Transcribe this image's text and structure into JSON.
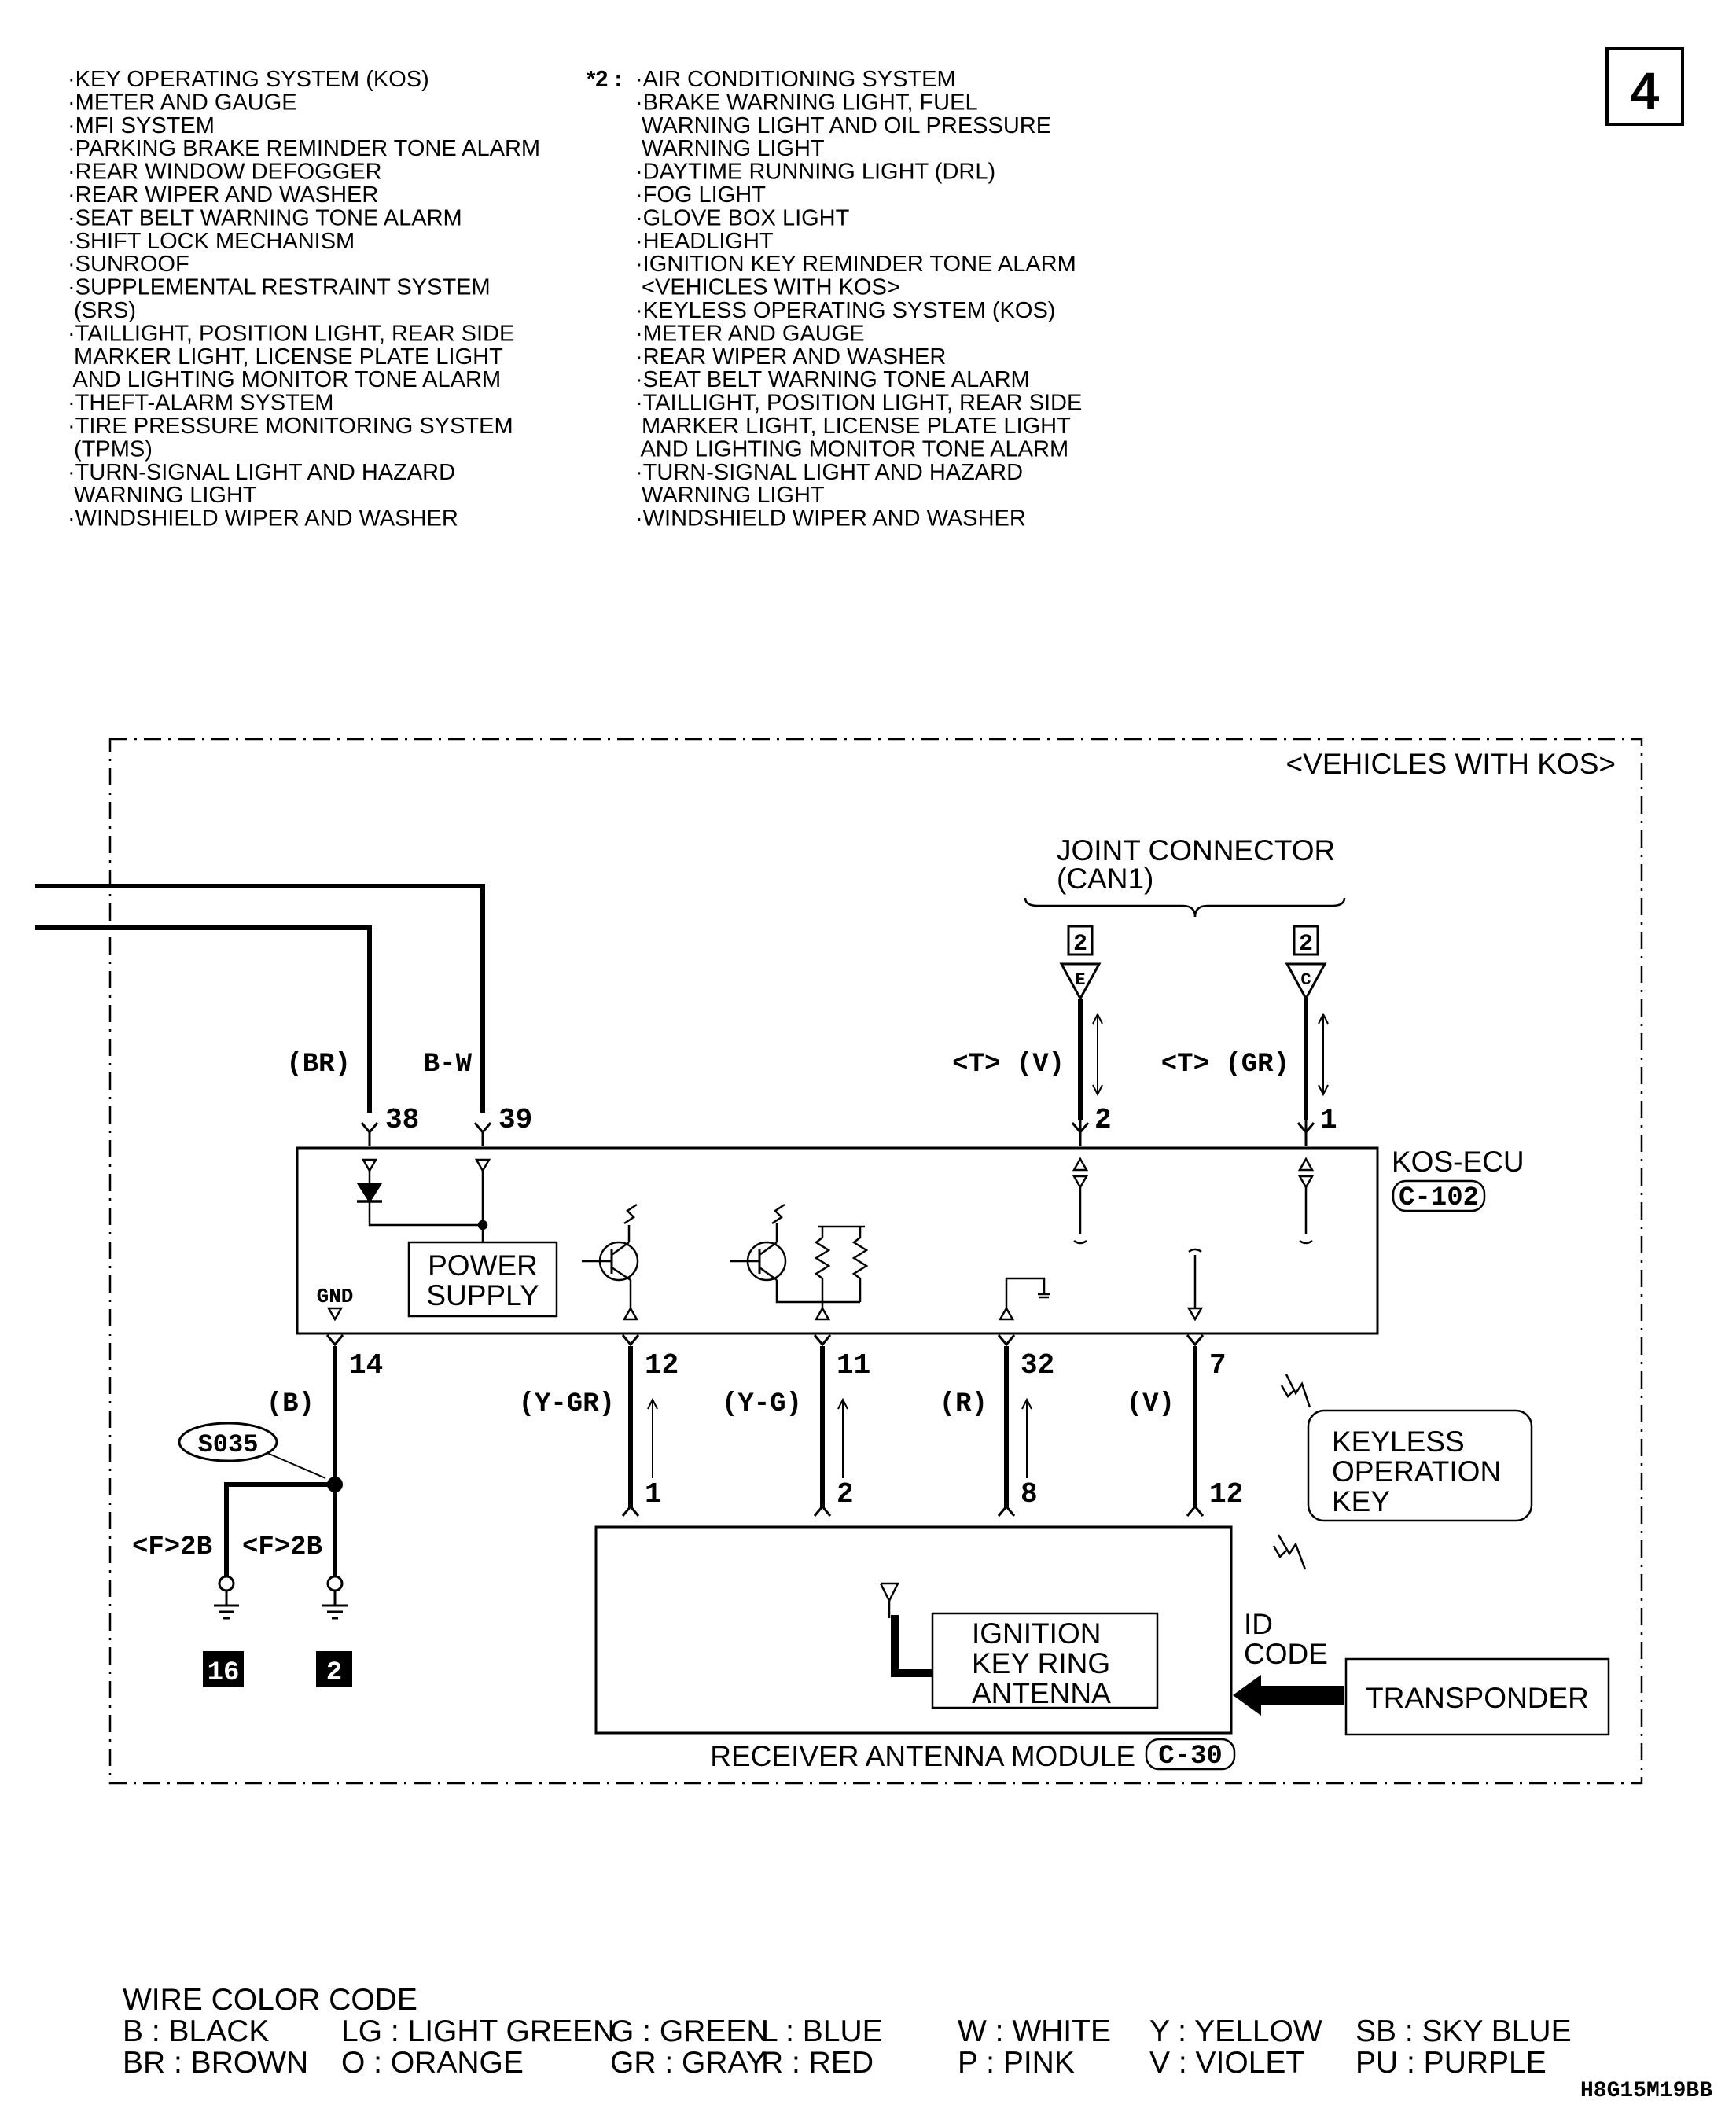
{
  "page_number": "4",
  "diagram_code": "H8G15M19BB",
  "left_list": [
    "·KEY OPERATING SYSTEM (KOS)",
    "·METER AND GAUGE",
    "·MFI SYSTEM",
    "·PARKING BRAKE REMINDER TONE ALARM",
    "·REAR WINDOW DEFOGGER",
    "·REAR WIPER AND WASHER",
    "·SEAT BELT WARNING TONE ALARM",
    "·SHIFT LOCK MECHANISM",
    "·SUNROOF",
    "·SUPPLEMENTAL RESTRAINT SYSTEM",
    " (SRS)",
    "·TAILLIGHT, POSITION LIGHT, REAR SIDE",
    " MARKER LIGHT, LICENSE PLATE LIGHT",
    " AND LIGHTING MONITOR TONE ALARM",
    "·THEFT-ALARM SYSTEM",
    "·TIRE PRESSURE MONITORING SYSTEM",
    " (TPMS)",
    "·TURN-SIGNAL LIGHT AND HAZARD",
    " WARNING LIGHT",
    "·WINDSHIELD WIPER AND WASHER"
  ],
  "right_list_marker": "*2 :",
  "right_list": [
    "·AIR CONDITIONING SYSTEM",
    "·BRAKE WARNING LIGHT, FUEL",
    " WARNING LIGHT AND OIL PRESSURE",
    " WARNING LIGHT",
    "·DAYTIME RUNNING LIGHT (DRL)",
    "·FOG LIGHT",
    "·GLOVE BOX LIGHT",
    "·HEADLIGHT",
    "·IGNITION KEY REMINDER TONE ALARM",
    " <VEHICLES WITH KOS>",
    "·KEYLESS OPERATING SYSTEM (KOS)",
    "·METER AND GAUGE",
    "·REAR WIPER AND WASHER",
    "·SEAT BELT WARNING TONE ALARM",
    "·TAILLIGHT, POSITION LIGHT, REAR SIDE",
    " MARKER LIGHT, LICENSE PLATE LIGHT",
    " AND LIGHTING MONITOR TONE ALARM",
    "·TURN-SIGNAL LIGHT AND HAZARD",
    " WARNING LIGHT",
    "·WINDSHIELD WIPER AND WASHER"
  ],
  "diagram": {
    "variant_label": "<VEHICLES WITH KOS>",
    "joint_connector_line1": "JOINT CONNECTOR",
    "joint_connector_line2": "(CAN1)",
    "joint_pin_a": {
      "box": "2",
      "letter": "E"
    },
    "joint_pin_b": {
      "box": "2",
      "letter": "C"
    },
    "ecu_name": "KOS-ECU",
    "ecu_connector": "C-102",
    "power_supply_line1": "POWER",
    "power_supply_line2": "SUPPLY",
    "gnd_label": "GND",
    "splice": "S035",
    "keyless_key_line1": "KEYLESS",
    "keyless_key_line2": "OPERATION",
    "keyless_key_line3": "KEY",
    "antenna_line1": "IGNITION",
    "antenna_line2": "KEY RING",
    "antenna_line3": "ANTENNA",
    "id_code_line1": "ID",
    "id_code_line2": "CODE",
    "transponder": "TRANSPONDER",
    "receiver_module": "RECEIVER ANTENNA MODULE",
    "receiver_connector": "C-30",
    "ground_a": {
      "label": "<F>2B",
      "number": "16"
    },
    "ground_b": {
      "label": "<F>2B",
      "number": "2"
    },
    "wires_top": [
      {
        "color": "(BR)",
        "pin": "38"
      },
      {
        "color": "B-W",
        "pin": "39"
      },
      {
        "color": "<T> (V)",
        "pin": "2"
      },
      {
        "color": "<T> (GR)",
        "pin": "1"
      }
    ],
    "wires_bottom": [
      {
        "color": "(B)",
        "ecu_pin": "14"
      },
      {
        "color": "(Y-GR)",
        "ecu_pin": "12",
        "module_pin": "1"
      },
      {
        "color": "(Y-G)",
        "ecu_pin": "11",
        "module_pin": "2"
      },
      {
        "color": "(R)",
        "ecu_pin": "32",
        "module_pin": "8"
      },
      {
        "color": "(V)",
        "ecu_pin": "7",
        "module_pin": "12"
      }
    ]
  },
  "wire_color_code": {
    "title": "WIRE COLOR CODE",
    "row1": [
      "B : BLACK",
      "LG : LIGHT GREEN",
      "G : GREEN",
      "L : BLUE",
      "W : WHITE",
      "Y : YELLOW",
      "SB : SKY BLUE"
    ],
    "row2": [
      "BR : BROWN",
      "O : ORANGE",
      "GR : GRAY",
      "R : RED",
      "P : PINK",
      "V : VIOLET",
      "PU : PURPLE"
    ]
  }
}
